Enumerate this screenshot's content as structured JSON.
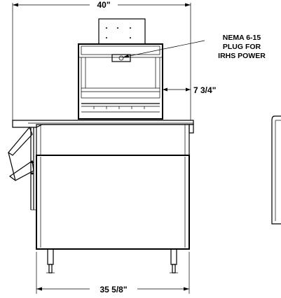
{
  "dimensions": {
    "overall_width": "40\"",
    "box_offset": "7 3/4\"",
    "base_width": "35 5/8\""
  },
  "callout": {
    "line1": "NEMA 6-15",
    "line2": "PLUG FOR",
    "line3": "IRHS POWER"
  }
}
